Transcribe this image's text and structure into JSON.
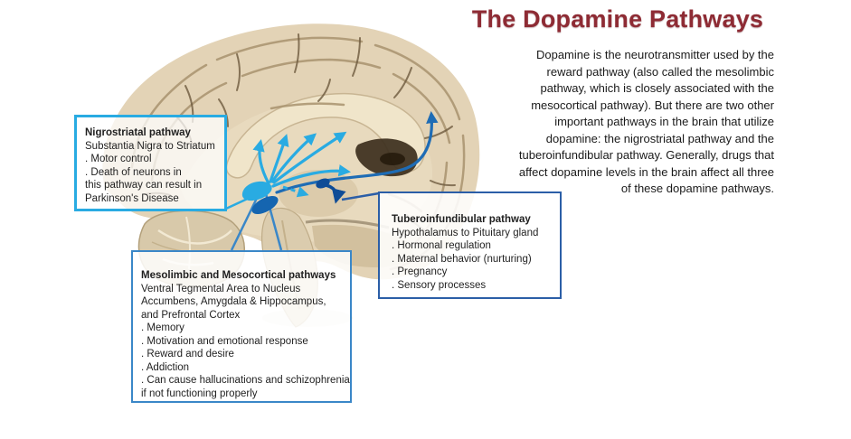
{
  "header": {
    "title": "The Dopamine Pathways",
    "title_color": "#8E2B34"
  },
  "intro": {
    "lines": [
      "Dopamine is the neurotransmitter used by the",
      "reward pathway (also called the mesolimbic",
      "pathway, which is closely associated with the",
      "mesocortical pathway). But there are two other",
      "important pathways in the brain that utilize",
      "dopamine: the nigrostriatal pathway and the",
      "tuberoinfundibular pathway. Generally, drugs that",
      "affect dopamine levels in the brain affect all three",
      "of these dopamine pathways."
    ]
  },
  "callouts": {
    "nigrostriatal": {
      "title": "Nigrostriatal pathway",
      "lines": [
        "Substantia Nigra to Striatum",
        ". Motor control",
        ". Death of neurons in",
        "this pathway can result in",
        "Parkinson's Disease"
      ],
      "border_color": "#29ABE2"
    },
    "mesolimbic": {
      "title": "Mesolimbic and Mesocortical pathways",
      "lines": [
        "Ventral Tegmental Area to Nucleus",
        "Accumbens, Amygdala & Hippocampus,",
        "and Prefrontal Cortex",
        ". Memory",
        ". Motivation and emotional response",
        ". Reward and desire",
        ". Addiction",
        ". Can cause hallucinations and schizophrenia",
        "if not functioning properly"
      ],
      "border_color": "#3A87C8"
    },
    "tuberoinfundibular": {
      "title": "Tuberoinfundibular pathway",
      "lines": [
        "Hypothalamus to Pituitary gland",
        ". Hormonal regulation",
        ". Maternal behavior (nurturing)",
        ". Pregnancy",
        ". Sensory processes"
      ],
      "border_color": "#2B5EA7"
    }
  },
  "diagram": {
    "icons": [
      "brain-sagittal-image",
      "striatal-fan-arrows",
      "cortical-long-arrow",
      "dashed-hypothalamus-arrow",
      "pituitary-arrow",
      "substantia-nigra-blob",
      "vta-blob"
    ],
    "arrow_colors": {
      "light_blue": "#29ABE2",
      "medium_blue": "#1E6CB5",
      "dark_blue": "#0F4C96"
    }
  }
}
